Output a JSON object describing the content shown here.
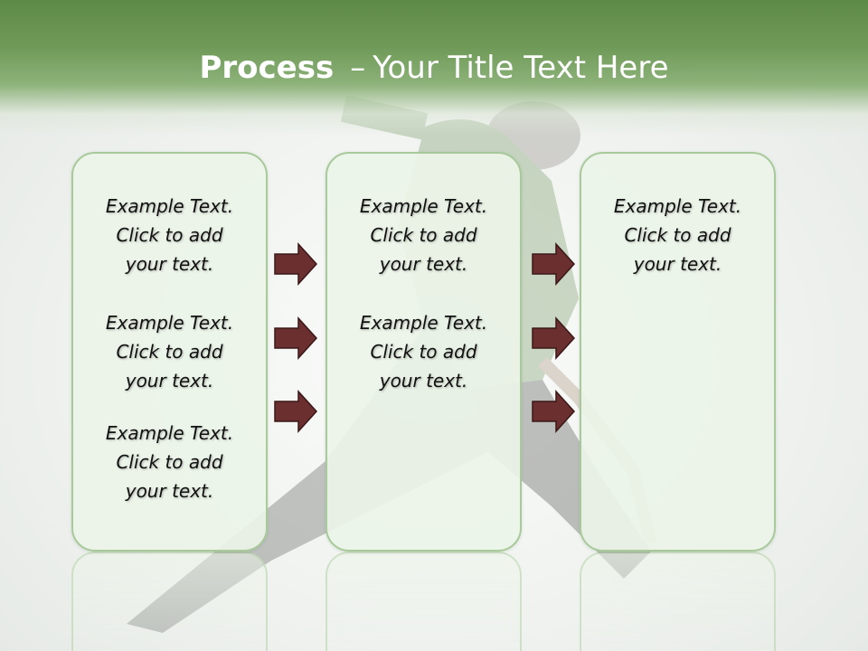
{
  "slide": {
    "title_bold": "Process",
    "title_separator": "–",
    "title_rest": "Your Title Text Here"
  },
  "panels": [
    {
      "blocks": [
        {
          "line1": "Example Text.",
          "line2": "Click  to add",
          "line3": "your text."
        },
        {
          "line1": "Example Text.",
          "line2": "Click  to add",
          "line3": "your text."
        },
        {
          "line1": "Example Text.",
          "line2": "Click  to add",
          "line3": "your text."
        }
      ]
    },
    {
      "blocks": [
        {
          "line1": "Example Text.",
          "line2": "Click  to add",
          "line3": "your text."
        },
        {
          "line1": "Example Text.",
          "line2": "Click  to add",
          "line3": "your text."
        }
      ]
    },
    {
      "blocks": [
        {
          "line1": "Example Text.",
          "line2": "Click  to add",
          "line3": "your text."
        }
      ]
    }
  ],
  "colors": {
    "header_green": "#5e8a48",
    "panel_border": "#a8c99a",
    "panel_fill": "#ecf4e8",
    "arrow_fill": "#6b2f2f"
  },
  "icons": [
    "right-arrow-icon"
  ]
}
